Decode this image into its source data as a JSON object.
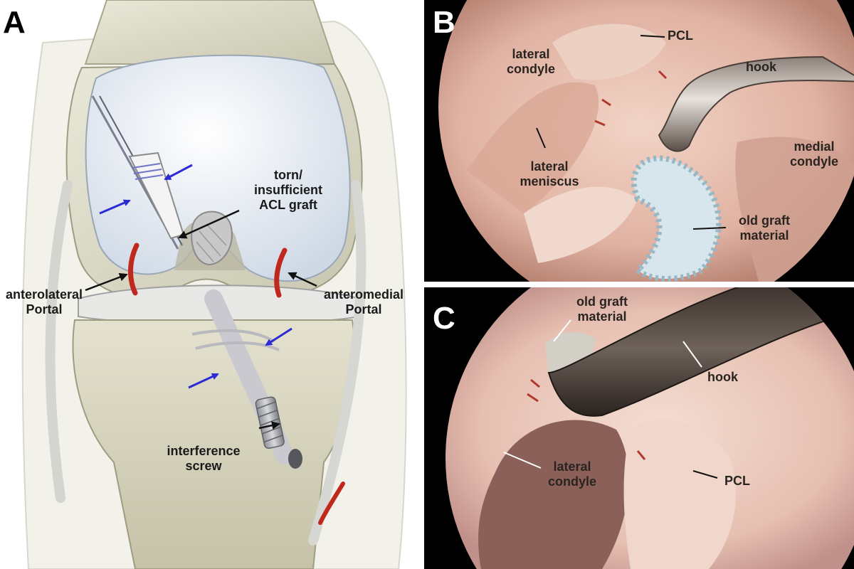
{
  "panels": {
    "a": {
      "letter": "A",
      "labels": {
        "acl_graft": "torn/\ninsufficient\nACL graft",
        "anterolateral_portal": "anterolateral\nPortal",
        "anteromedial_portal": "anteromedial\nPortal",
        "interference_screw": "interference\nscrew"
      }
    },
    "b": {
      "letter": "B",
      "labels": {
        "pcl": "PCL",
        "lateral_condyle": "lateral\ncondyle",
        "hook": "hook",
        "medial_condyle": "medial\ncondyle",
        "lateral_meniscus": "lateral\nmeniscus",
        "old_graft_material": "old graft\nmaterial"
      }
    },
    "c": {
      "letter": "C",
      "labels": {
        "old_graft_material": "old graft\nmaterial",
        "hook": "hook",
        "lateral_condyle": "lateral\ncondyle",
        "pcl": "PCL"
      }
    }
  },
  "colors": {
    "arrow_blue": "#2b2bd6",
    "portal_red": "#c0281e",
    "bone": "#dcdac6",
    "cartilage": "#e6ecf4",
    "arthroscopy_tissue": "#e2b6a8",
    "hook_metal": "#6e625a"
  }
}
